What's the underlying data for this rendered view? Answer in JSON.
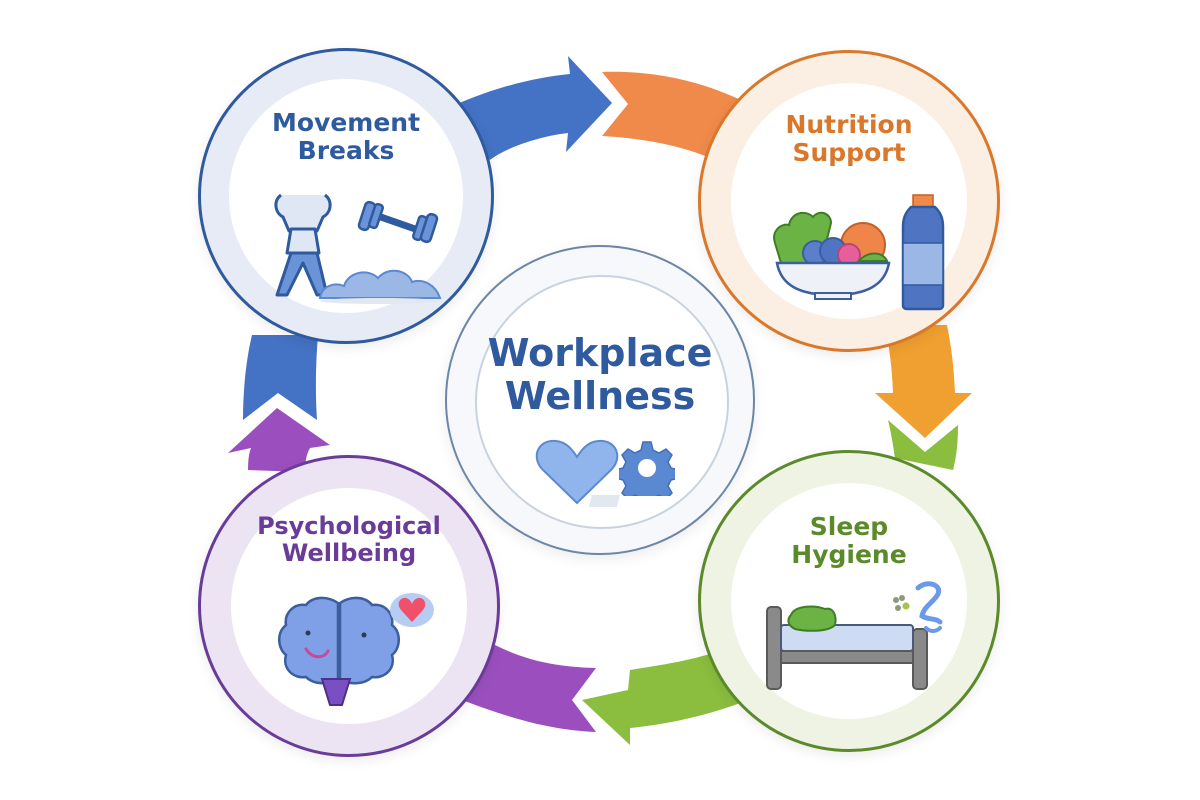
{
  "title": "Workplace Wellness",
  "center": {
    "line1": "Workplace",
    "line2": "Wellness",
    "color": "#2f5a9e",
    "icons": [
      "heart-icon",
      "gear-icon"
    ]
  },
  "nodes": [
    {
      "id": "movement",
      "line1": "Movement",
      "line2": "Breaks",
      "color": "#2f5a9e",
      "ring": "#e6ebf5",
      "icons": [
        "person-flexing-icon",
        "dumbbell-icon",
        "cloud-icon"
      ]
    },
    {
      "id": "nutrition",
      "line1": "Nutrition",
      "line2": "Support",
      "color": "#d9772b",
      "ring": "#fbeee2",
      "icons": [
        "salad-bowl-icon",
        "water-bottle-icon"
      ]
    },
    {
      "id": "sleep",
      "line1": "Sleep",
      "line2": "Hygiene",
      "color": "#5b8a2a",
      "ring": "#eef3e3",
      "icons": [
        "bed-icon",
        "sleep-z-icon"
      ]
    },
    {
      "id": "psych",
      "line1": "Psychological",
      "line2": "Wellbeing",
      "color": "#6a3c99",
      "ring": "#ece4f3",
      "icons": [
        "brain-icon",
        "heart-bubble-icon"
      ]
    }
  ],
  "arrows": [
    {
      "from": "movement",
      "to": "nutrition",
      "color": "#4472c4"
    },
    {
      "from": "nutrition",
      "to": "sleep",
      "color": "#f0a030"
    },
    {
      "from": "sleep",
      "to": "psych",
      "color": "#8bbd3f"
    },
    {
      "from": "psych",
      "to": "movement",
      "color": "#9b4fbf"
    }
  ],
  "arrow_tails": [
    {
      "at": "nutrition",
      "color": "#f08a4b"
    },
    {
      "at": "sleep",
      "color": "#8bbd3f"
    },
    {
      "at": "psych",
      "color": "#9b4fbf"
    },
    {
      "at": "movement",
      "color": "#4472c4"
    }
  ]
}
